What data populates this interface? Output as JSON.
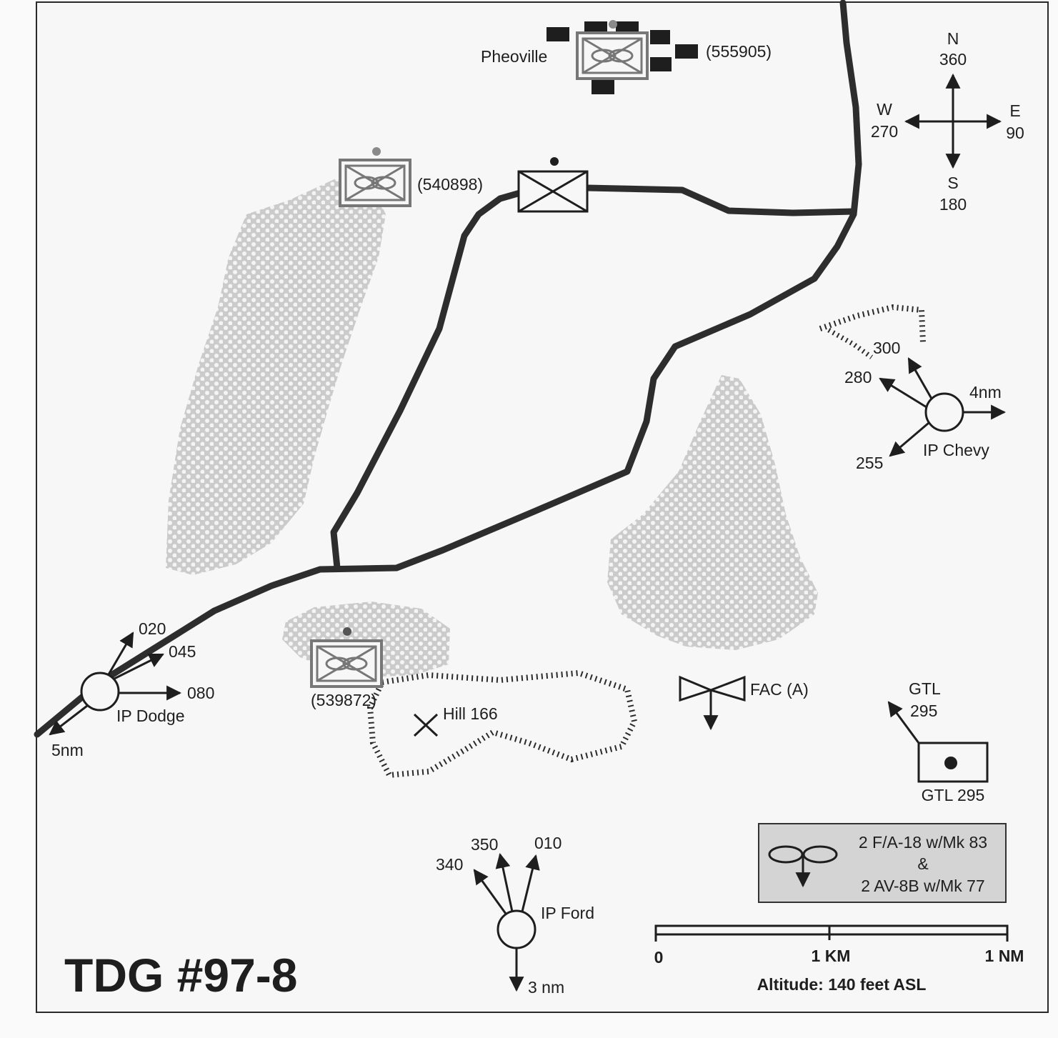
{
  "title": "TDG #97-8",
  "compass": {
    "north": "N",
    "north_deg": "360",
    "south": "S",
    "south_deg": "180",
    "west": "W",
    "west_deg": "270",
    "east": "E",
    "east_deg": "90"
  },
  "units": {
    "pheoville": {
      "name": "Pheoville",
      "grid": "(555905)"
    },
    "north_unit": {
      "grid": "(540898)"
    },
    "south_unit": {
      "grid": "(539872)"
    }
  },
  "hill": "Hill 166",
  "fac": "FAC (A)",
  "gtl": {
    "top": "GTL",
    "top_value": "295",
    "bottom": "GTL 295"
  },
  "ip_dodge": {
    "name": "IP Dodge",
    "headings": [
      "020",
      "045",
      "080"
    ],
    "distance": "5nm"
  },
  "ip_chevy": {
    "name": "IP Chevy",
    "headings": [
      "300",
      "280",
      "255"
    ],
    "distance": "4nm"
  },
  "ip_ford": {
    "name": "IP Ford",
    "headings": [
      "340",
      "350",
      "010"
    ],
    "distance": "3 nm"
  },
  "aircraft": {
    "line1": "2 F/A-18 w/Mk 83",
    "line2": "&",
    "line3": "2 AV-8B w/Mk 77"
  },
  "scale": {
    "zero": "0",
    "km": "1 KM",
    "nm": "1 NM"
  },
  "altitude": "Altitude: 140 feet ASL",
  "colors": {
    "ink": "#1e1e1e",
    "road": "#2d2d2d",
    "forest": "#cfcfcf",
    "unit": "#777777",
    "box": "#d4d4d4"
  }
}
